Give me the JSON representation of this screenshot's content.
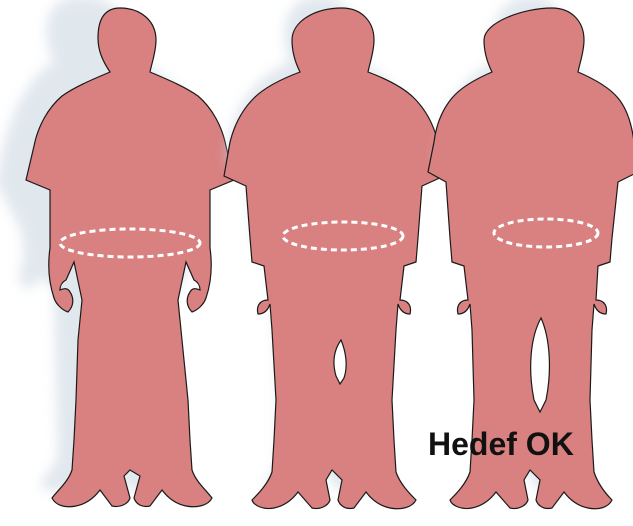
{
  "figures": [
    {
      "id": "large",
      "waist_icon": "dashed-waist-ellipse"
    },
    {
      "id": "medium",
      "waist_icon": "dashed-waist-ellipse"
    },
    {
      "id": "small",
      "waist_icon": "dashed-waist-ellipse"
    }
  ],
  "caption": {
    "text": "Hedef OK"
  },
  "colors": {
    "body_fill": "#d98080",
    "outline": "#1a1a1a",
    "waist_dash": "#ffffff",
    "shadow": "#c8d4e0"
  }
}
